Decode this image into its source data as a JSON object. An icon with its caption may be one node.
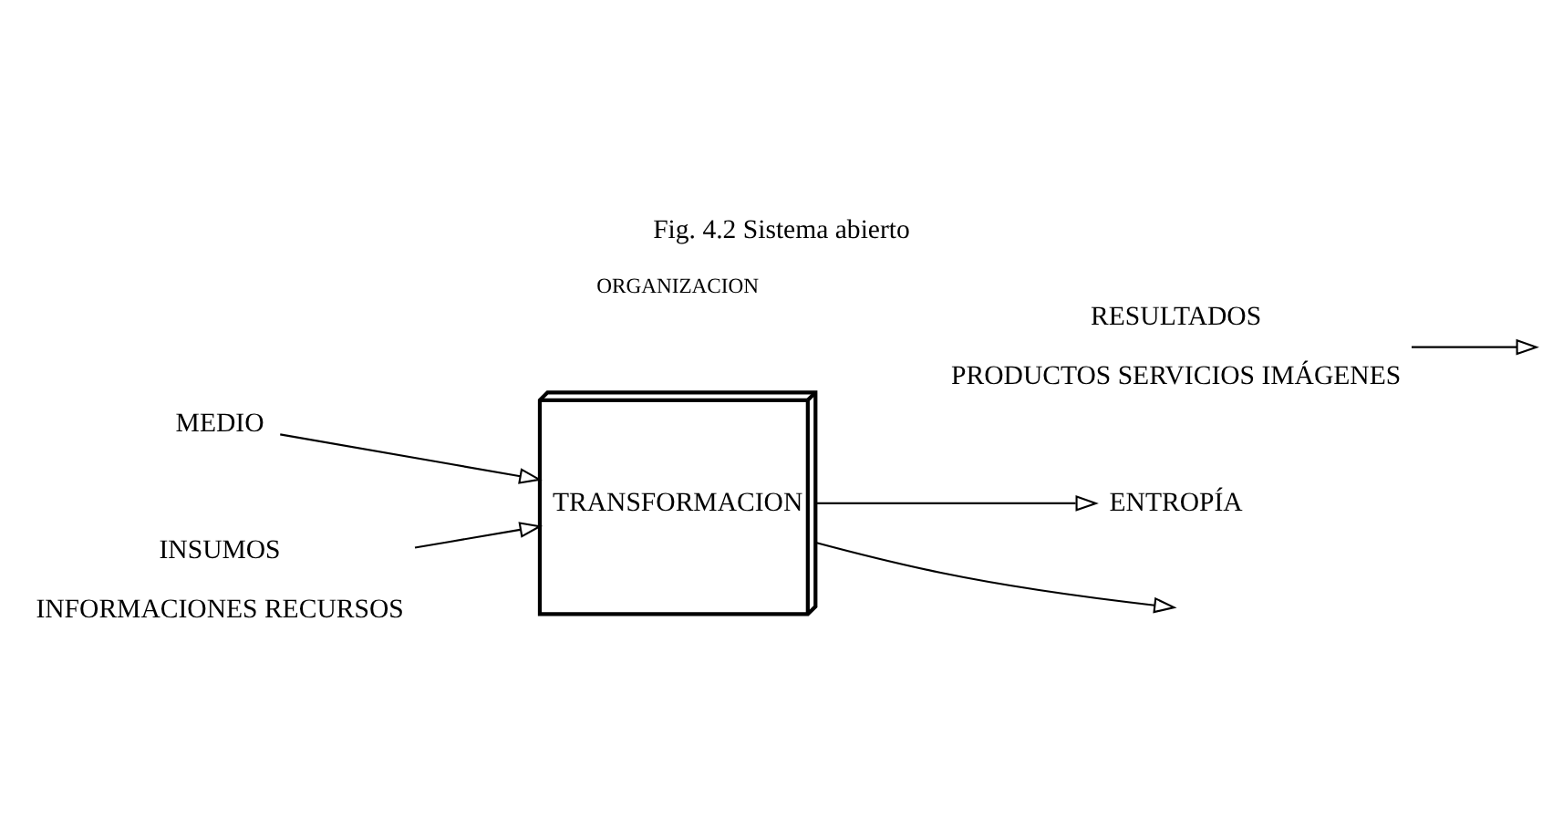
{
  "diagram": {
    "title": "Fig. 4.2 Sistema abierto",
    "nodes": [
      {
        "text": [
          "MEDIO"
        ]
      },
      {
        "text": [
          "INSUMOS",
          "INFORMACIONES RECURSOS"
        ]
      },
      {
        "text": [
          "TRANSFORMACION"
        ]
      },
      {
        "text": [
          "RESULTADOS",
          "PRODUCTOS SERVICIOS IMÁGENES"
        ]
      },
      {
        "text": [
          "ENTROPÍA"
        ]
      }
    ],
    "edges": [
      {
        "from": 0,
        "to": 2,
        "arrow": "to"
      },
      {
        "from": 1,
        "to": 2,
        "arrow": "to"
      },
      {
        "from": 2,
        "to": null,
        "arrow": "to"
      },
      {
        "from": 3,
        "to": null,
        "arrow": "to"
      },
      {
        "from": 2,
        "to": 4,
        "arrow": "to"
      }
    ],
    "labels": [
      "ORGANIZACION"
    ]
  }
}
